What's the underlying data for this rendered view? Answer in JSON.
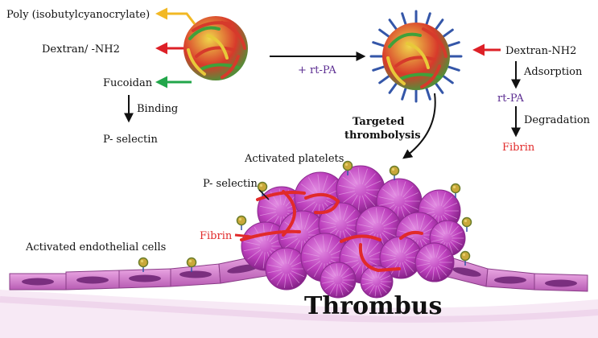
{
  "labels": {
    "polymer": "Poly (isobutylcyanocrylate)",
    "dextran_left": "Dextran/ -NH2",
    "fucoidan": "Fucoidan",
    "binding": "Binding",
    "pselectin_top": "P- selectin",
    "rtpa_arrow": "+ rt-PA",
    "dextran_right": "Dextran-NH2",
    "adsorption": "Adsorption",
    "rtpa_right": "rt-PA",
    "degradation": "Degradation",
    "fibrin_right": "Fibrin",
    "targeted_1": "Targeted",
    "targeted_2": "thrombolysis",
    "activated_platelets": "Activated platelets",
    "pselectin_mid": "P- selectin",
    "fibrin_left": "Fibrin",
    "endothelial": "Activated endothelial cells",
    "thrombus": "Thrombus"
  },
  "colors": {
    "yellow_arrow": "#f2b824",
    "red_arrow": "#dd2027",
    "green_arrow": "#22a64a",
    "purple_text": "#5b2c91",
    "fibrin_red": "#e12a2a",
    "platelet_magenta": "#b43ab4",
    "endothelium_pink": "#d88ad0"
  }
}
